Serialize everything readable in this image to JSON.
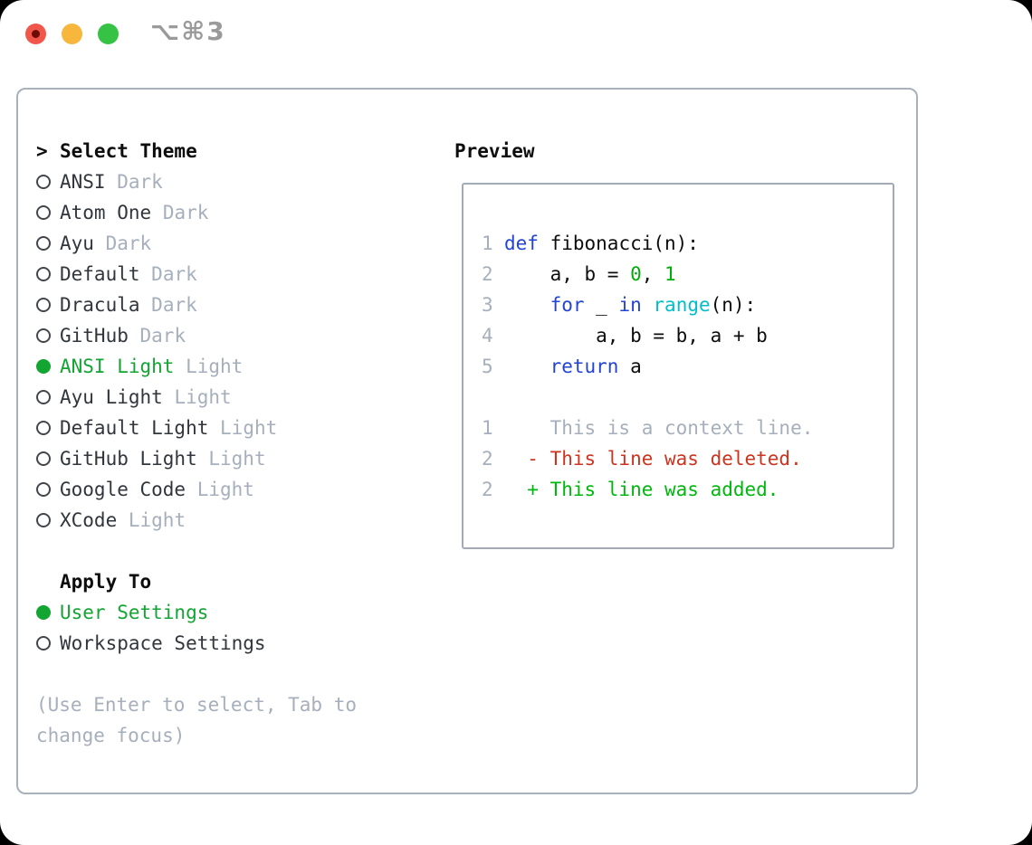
{
  "palette": {
    "window_bg": "#ffffff",
    "panel_border": "#a9b1bb",
    "preview_border": "#a3aab4",
    "text_dark": "#31363d",
    "text_black": "#0d0d0d",
    "muted": "#a6afbc",
    "selection_green": "#12a532",
    "keyword_blue": "#2244d6",
    "number_green": "#00ad06",
    "builtin_cyan": "#00bfca",
    "deleted_red": "#cc3420",
    "added_green": "#00b70e",
    "traffic_red": "#f1564b",
    "traffic_red_dot": "#6b0d05",
    "traffic_yellow": "#f6b73c",
    "traffic_green": "#35c245",
    "shortcut_gray": "#9a9a9a"
  },
  "titlebar": {
    "shortcut": "⌥⌘3"
  },
  "theme_panel": {
    "header_prompt": ">",
    "header": "Select Theme",
    "items": [
      {
        "name": "ANSI",
        "variant": "Dark",
        "selected": false
      },
      {
        "name": "Atom One",
        "variant": "Dark",
        "selected": false
      },
      {
        "name": "Ayu",
        "variant": "Dark",
        "selected": false
      },
      {
        "name": "Default",
        "variant": "Dark",
        "selected": false
      },
      {
        "name": "Dracula",
        "variant": "Dark",
        "selected": false
      },
      {
        "name": "GitHub",
        "variant": "Dark",
        "selected": false
      },
      {
        "name": "ANSI Light",
        "variant": "Light",
        "selected": true
      },
      {
        "name": "Ayu Light",
        "variant": "Light",
        "selected": false
      },
      {
        "name": "Default Light",
        "variant": "Light",
        "selected": false
      },
      {
        "name": "GitHub Light",
        "variant": "Light",
        "selected": false
      },
      {
        "name": "Google Code",
        "variant": "Light",
        "selected": false
      },
      {
        "name": "XCode",
        "variant": "Light",
        "selected": false
      }
    ],
    "apply_to": {
      "header": "Apply To",
      "options": [
        {
          "label": "User Settings",
          "selected": true
        },
        {
          "label": "Workspace Settings",
          "selected": false
        }
      ]
    },
    "help_lines": [
      "(Use Enter to select, Tab to",
      "change focus)"
    ]
  },
  "preview": {
    "header": "Preview",
    "lines": [
      {
        "num": "1",
        "tokens": [
          {
            "t": "def",
            "c": "kw"
          },
          {
            "t": " fibonacci(n):",
            "c": "plain"
          }
        ]
      },
      {
        "num": "2",
        "tokens": [
          {
            "t": "    a, b = ",
            "c": "plain"
          },
          {
            "t": "0",
            "c": "num"
          },
          {
            "t": ", ",
            "c": "plain"
          },
          {
            "t": "1",
            "c": "num"
          }
        ]
      },
      {
        "num": "3",
        "tokens": [
          {
            "t": "    ",
            "c": "plain"
          },
          {
            "t": "for",
            "c": "kw"
          },
          {
            "t": " _ ",
            "c": "plain"
          },
          {
            "t": "in",
            "c": "kw"
          },
          {
            "t": " ",
            "c": "plain"
          },
          {
            "t": "range",
            "c": "builtin"
          },
          {
            "t": "(n):",
            "c": "plain"
          }
        ]
      },
      {
        "num": "4",
        "tokens": [
          {
            "t": "        a, b = b, a + b",
            "c": "plain"
          }
        ]
      },
      {
        "num": "5",
        "tokens": [
          {
            "t": "    ",
            "c": "plain"
          },
          {
            "t": "return",
            "c": "kw"
          },
          {
            "t": " a",
            "c": "plain"
          }
        ]
      },
      {
        "num": "",
        "tokens": []
      },
      {
        "num": "1",
        "tokens": [
          {
            "t": "    This is a context line.",
            "c": "ctx"
          }
        ]
      },
      {
        "num": "2",
        "tokens": [
          {
            "t": "  - This line was deleted.",
            "c": "del"
          }
        ]
      },
      {
        "num": "2",
        "tokens": [
          {
            "t": "  + This line was added.",
            "c": "add"
          }
        ]
      }
    ]
  }
}
